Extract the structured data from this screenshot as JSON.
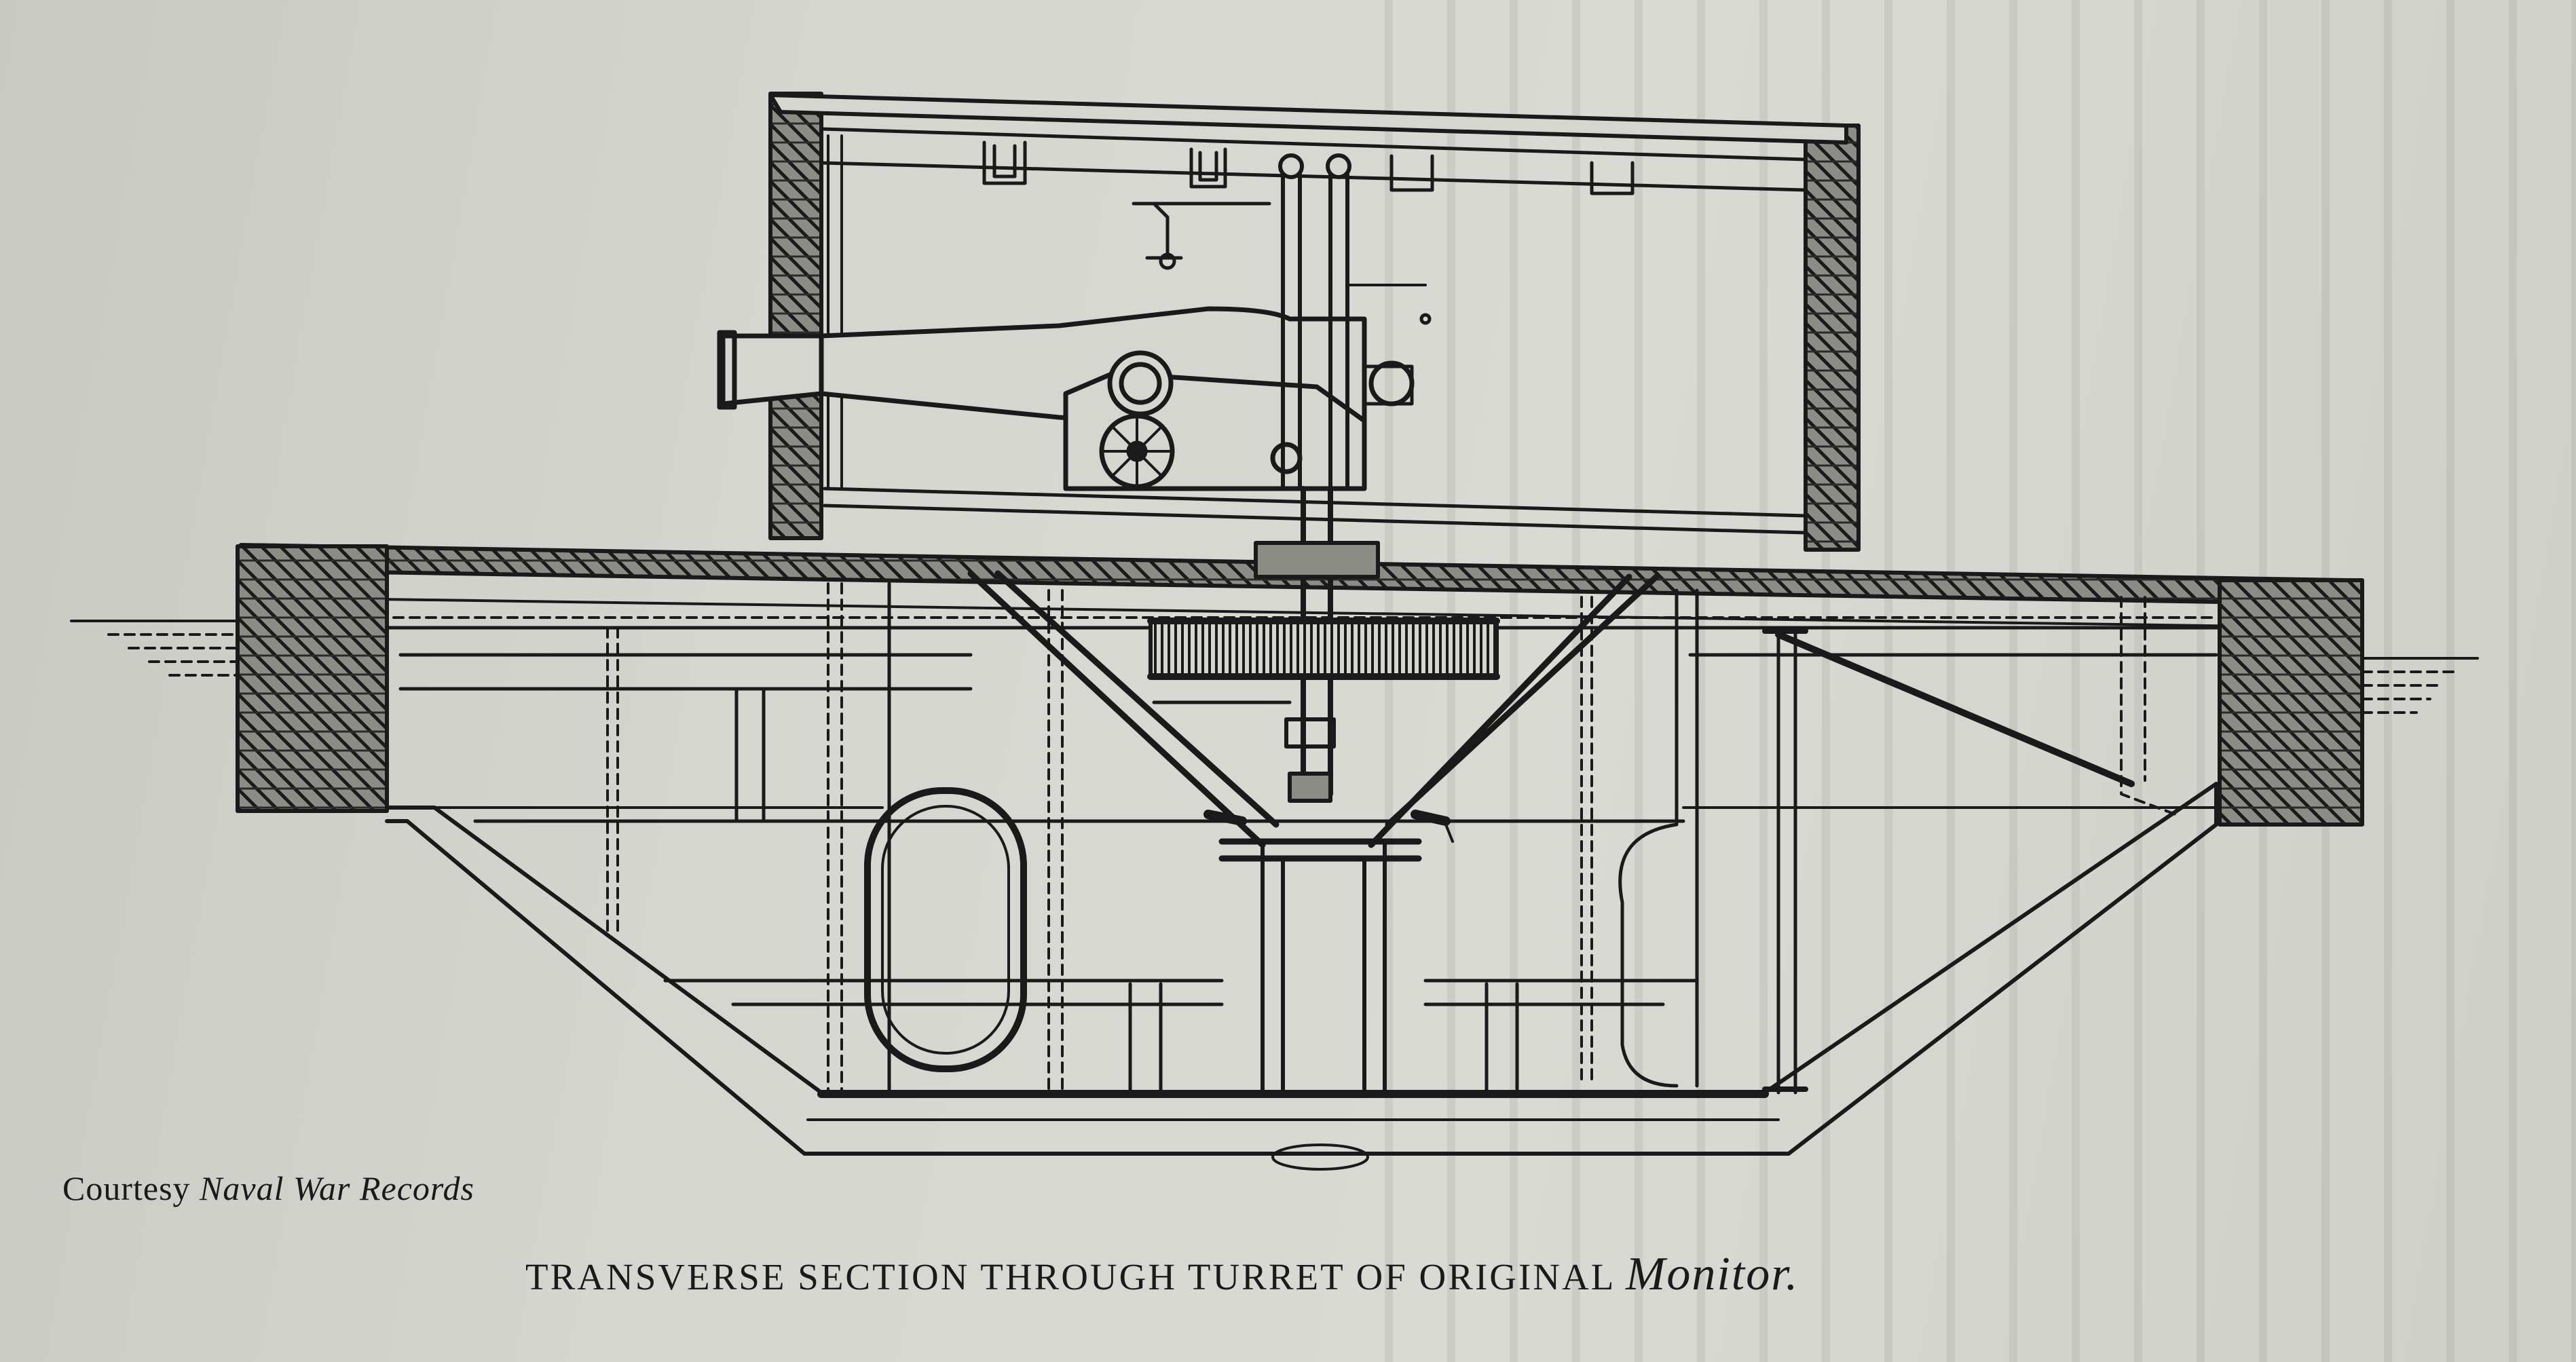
{
  "credit": {
    "prefix": "Courtesy",
    "source": "Naval War Records"
  },
  "caption": {
    "text": "TRANSVERSE SECTION THROUGH TURRET OF ORIGINAL",
    "ship_name": "Monitor."
  },
  "colors": {
    "paper": "#d6d6d0",
    "ink": "#1a1a1a"
  }
}
